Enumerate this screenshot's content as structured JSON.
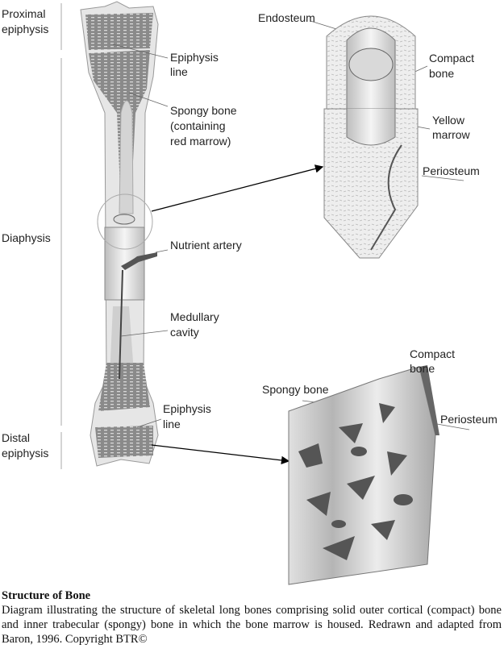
{
  "labels": {
    "proximal_epiphysis": [
      "Proximal",
      "epiphysis"
    ],
    "diaphysis": "Diaphysis",
    "distal_epiphysis": [
      "Distal",
      "epiphysis"
    ],
    "epiphysis_line_top": [
      "Epiphysis",
      "line"
    ],
    "spongy_bone_marrow": [
      "Spongy bone",
      "(containing",
      "red marrow)"
    ],
    "nutrient_artery": "Nutrient artery",
    "medullary_cavity": [
      "Medullary",
      "cavity"
    ],
    "epiphysis_line_bottom": [
      "Epiphysis",
      "line"
    ],
    "endosteum": "Endosteum",
    "compact_bone_top": [
      "Compact",
      "bone"
    ],
    "yellow_marrow": [
      "Yellow",
      "marrow"
    ],
    "periosteum_top": "Periosteum",
    "compact_bone_bottom": [
      "Compact",
      "bone"
    ],
    "spongy_bone": "Spongy bone",
    "periosteum_bottom": "Periosteum"
  },
  "caption": {
    "title": "Structure of Bone",
    "text": "Diagram illustrating the structure of skeletal long bones comprising solid outer cortical (compact) bone and inner trabecular (spongy) bone in which the bone marrow is housed.   Redrawn and adapted from Baron, 1996. Copyright BTR©"
  }
}
